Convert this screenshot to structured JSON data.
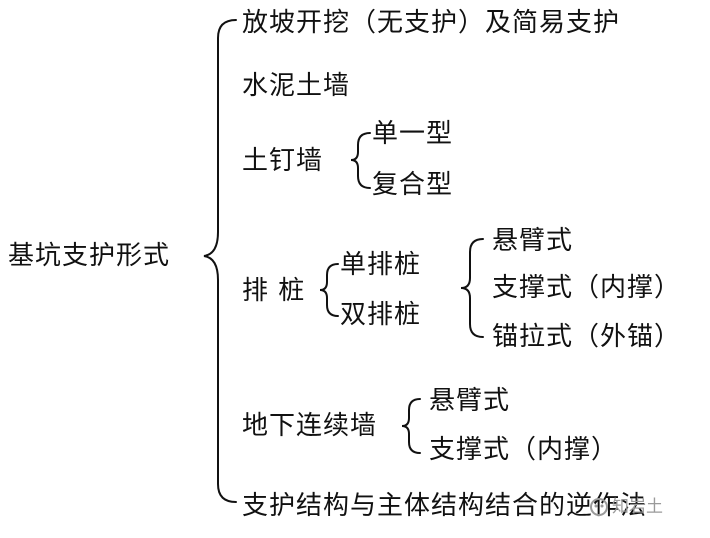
{
  "root": "基坑支护形式",
  "methods": {
    "slope": "放坡开挖（无支护）及简易支护",
    "cement_wall": "水泥土墙",
    "soil_nail": {
      "label": "土钉墙",
      "types": [
        "单一型",
        "复合型"
      ]
    },
    "piles": {
      "label": "排 桩",
      "rows": [
        "单排桩",
        "双排桩"
      ],
      "supports": [
        "悬臂式",
        "支撑式（内撑）",
        "锚拉式（外锚）"
      ]
    },
    "diaphragm_wall": {
      "label": "地下连续墙",
      "supports": [
        "悬臂式",
        "支撑式（内撑）"
      ]
    },
    "combined": "支护结构与主体结构结合的逆作法"
  },
  "watermark": "知岩土"
}
